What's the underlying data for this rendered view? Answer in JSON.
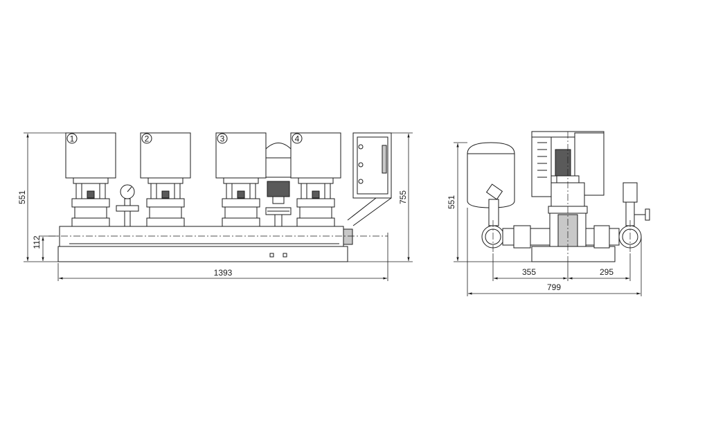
{
  "front_view": {
    "dimensions": {
      "total_width": "1393",
      "height_left": "551",
      "height_right": "755",
      "pipe_height": "112"
    },
    "pump_labels": [
      "1",
      "2",
      "3",
      "4"
    ]
  },
  "side_view": {
    "dimensions": {
      "height": "551",
      "left_offset": "355",
      "right_offset": "295",
      "total_depth": "799"
    }
  }
}
